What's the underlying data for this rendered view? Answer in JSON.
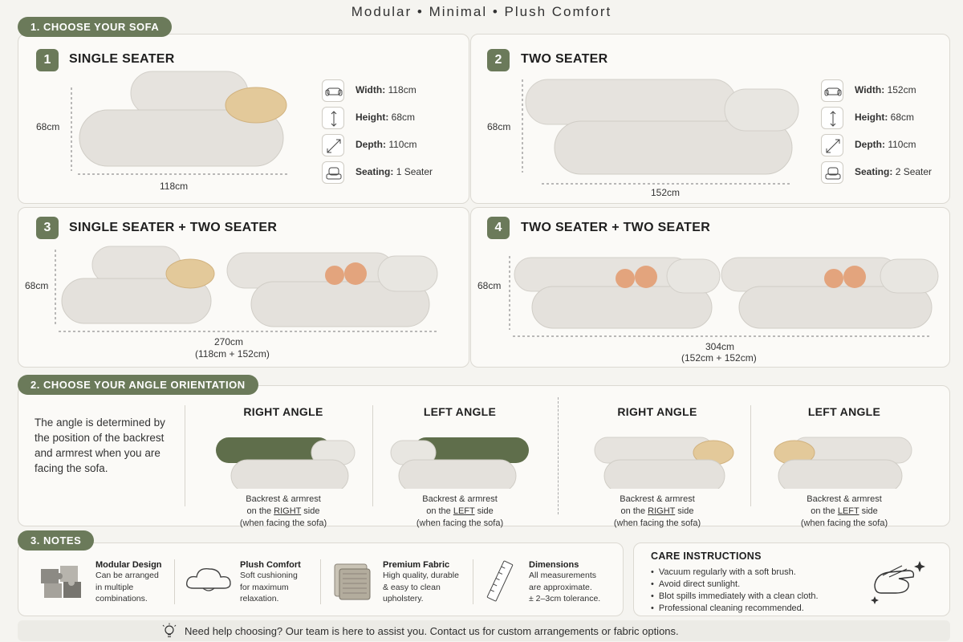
{
  "tagline": "Modular • Minimal • Plush Comfort",
  "section1": {
    "label": "1. CHOOSE YOUR SOFA",
    "cards": [
      {
        "number": "1",
        "title": "SINGLE SEATER",
        "height_label": "68cm",
        "width_label": "118cm",
        "specs": [
          {
            "icon": "sofa-icon",
            "key": "Width:",
            "value": "118cm"
          },
          {
            "icon": "height-arrow-icon",
            "key": "Height:",
            "value": "68cm"
          },
          {
            "icon": "depth-arrow-icon",
            "key": "Depth:",
            "value": "110cm"
          },
          {
            "icon": "seat-icon",
            "key": "Seating:",
            "value": "1 Seater"
          }
        ]
      },
      {
        "number": "2",
        "title": "TWO SEATER",
        "height_label": "68cm",
        "width_label": "152cm",
        "specs": [
          {
            "icon": "sofa-icon",
            "key": "Width:",
            "value": "152cm"
          },
          {
            "icon": "height-arrow-icon",
            "key": "Height:",
            "value": "68cm"
          },
          {
            "icon": "depth-arrow-icon",
            "key": "Depth:",
            "value": "110cm"
          },
          {
            "icon": "seat-icon",
            "key": "Seating:",
            "value": "2 Seater"
          }
        ]
      },
      {
        "number": "3",
        "title": "SINGLE SEATER + TWO SEATER",
        "height_label": "68cm",
        "width_label": "270cm",
        "width_sub": "(118cm + 152cm)"
      },
      {
        "number": "4",
        "title": "TWO SEATER + TWO SEATER",
        "height_label": "68cm",
        "width_label": "304cm",
        "width_sub": "(152cm + 152cm)"
      }
    ]
  },
  "section2": {
    "label": "2. CHOOSE YOUR ANGLE ORIENTATION",
    "intro": "The angle is determined by the position of the backrest and armrest when you are facing the sofa.",
    "angles": [
      {
        "title": "RIGHT ANGLE",
        "line1": "Backrest & armrest",
        "line2a": "on the ",
        "line2b": "RIGHT",
        "line2c": " side",
        "line3": "(when facing the sofa)",
        "colorway": "olive"
      },
      {
        "title": "LEFT ANGLE",
        "line1": "Backrest & armrest",
        "line2a": "on the ",
        "line2b": "LEFT",
        "line2c": " side",
        "line3": "(when facing the sofa)",
        "colorway": "olive"
      },
      {
        "title": "RIGHT ANGLE",
        "line1": "Backrest & armrest",
        "line2a": "on the ",
        "line2b": "RIGHT",
        "line2c": " side",
        "line3": "(when facing the sofa)",
        "colorway": "cream"
      },
      {
        "title": "LEFT ANGLE",
        "line1": "Backrest & armrest",
        "line2a": "on the ",
        "line2b": "LEFT",
        "line2c": " side",
        "line3": "(when facing the sofa)",
        "colorway": "cream"
      }
    ]
  },
  "section3": {
    "label": "3. NOTES",
    "notes": [
      {
        "icon": "puzzle-icon",
        "title": "Modular Design",
        "l1": "Can be arranged",
        "l2": "in multiple",
        "l3": "combinations."
      },
      {
        "icon": "cloud-icon",
        "title": "Plush Comfort",
        "l1": "Soft cushioning",
        "l2": "for maximum",
        "l3": "relaxation."
      },
      {
        "icon": "fabric-icon",
        "title": "Premium Fabric",
        "l1": "High quality, durable",
        "l2": "& easy to clean",
        "l3": "upholstery."
      },
      {
        "icon": "ruler-icon",
        "title": "Dimensions",
        "l1": "All measurements",
        "l2": "are approximate.",
        "l3": "± 2–3cm tolerance."
      }
    ],
    "care": {
      "title": "CARE INSTRUCTIONS",
      "items": [
        "Vacuum regularly with a soft brush.",
        "Avoid direct sunlight.",
        "Blot spills immediately with a clean cloth.",
        "Professional cleaning recommended."
      ]
    }
  },
  "footer": {
    "text": "Need help choosing? Our team is here to assist you.  Contact us for custom arrangements or fabric options."
  },
  "colors": {
    "accent": "#6b7a5a",
    "sofa_body": "#e4e1dc",
    "cushion_beige": "#e3c99a",
    "pillow_peach": "#e3a47d",
    "olive_back": "#5f6e4b"
  }
}
